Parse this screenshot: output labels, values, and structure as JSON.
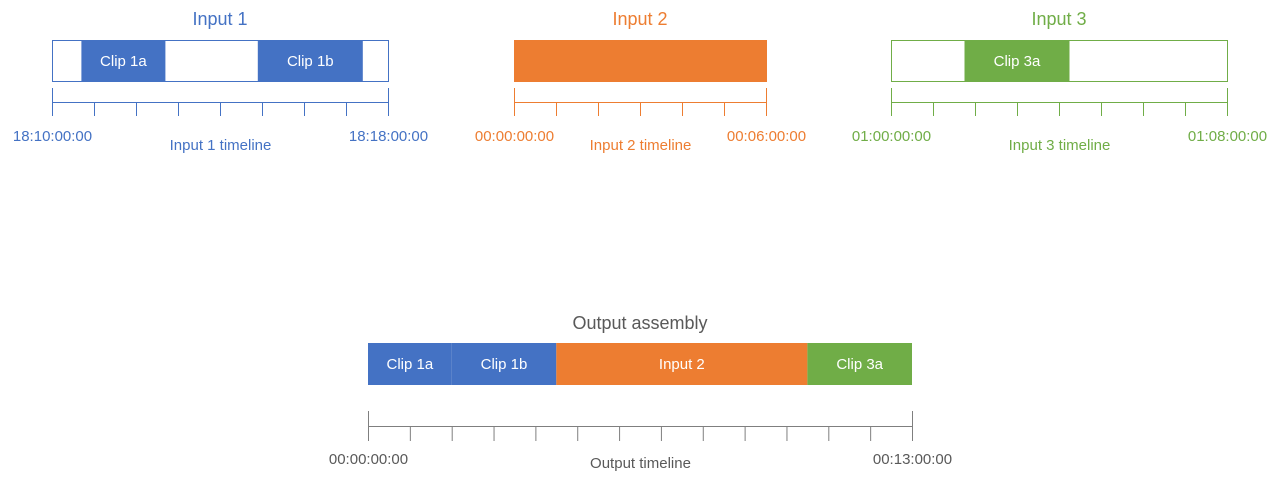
{
  "colors": {
    "blue": "#4472C4",
    "orange": "#ED7D31",
    "green": "#70AD47",
    "gray": "#595959"
  },
  "inputs": [
    {
      "title": "Input 1",
      "color": "blue",
      "filled": false,
      "divisions": 8,
      "start_tc": "18:10:00:00",
      "end_tc": "18:18:00:00",
      "timeline_label": "Input 1 timeline",
      "clips": [
        {
          "label": "Clip 1a",
          "start_min": 0.7,
          "end_min": 2.7
        },
        {
          "label": "Clip 1b",
          "start_min": 4.9,
          "end_min": 7.4
        }
      ]
    },
    {
      "title": "Input 2",
      "color": "orange",
      "filled": true,
      "divisions": 6,
      "start_tc": "00:00:00:00",
      "end_tc": "00:06:00:00",
      "timeline_label": "Input 2 timeline",
      "clips": []
    },
    {
      "title": "Input 3",
      "color": "green",
      "filled": false,
      "divisions": 8,
      "start_tc": "01:00:00:00",
      "end_tc": "01:08:00:00",
      "timeline_label": "Input 3 timeline",
      "clips": [
        {
          "label": "Clip 3a",
          "start_min": 1.75,
          "end_min": 4.25
        }
      ]
    }
  ],
  "output": {
    "title": "Output assembly",
    "divisions": 13,
    "start_tc": "00:00:00:00",
    "end_tc": "00:13:00:00",
    "timeline_label": "Output timeline",
    "segments": [
      {
        "label": "Clip 1a",
        "color": "blue",
        "start_min": 0,
        "end_min": 2
      },
      {
        "label": "Clip 1b",
        "color": "blue",
        "start_min": 2,
        "end_min": 4.5
      },
      {
        "label": "Input 2",
        "color": "orange",
        "start_min": 4.5,
        "end_min": 10.5
      },
      {
        "label": "Clip 3a",
        "color": "green",
        "start_min": 10.5,
        "end_min": 13
      }
    ]
  }
}
